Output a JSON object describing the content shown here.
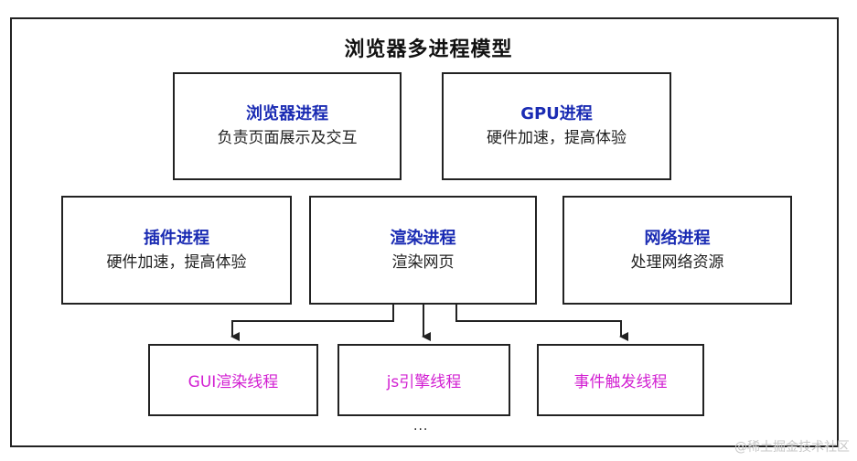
{
  "title": "浏览器多进程模型",
  "processes": {
    "browser": {
      "name": "浏览器进程",
      "desc": "负责页面展示及交互"
    },
    "gpu": {
      "name": "GPU进程",
      "desc": "硬件加速，提高体验"
    },
    "plugin": {
      "name": "插件进程",
      "desc": "硬件加速，提高体验"
    },
    "renderer": {
      "name": "渲染进程",
      "desc": "渲染网页"
    },
    "network": {
      "name": "网络进程",
      "desc": "处理网络资源"
    }
  },
  "threads": [
    {
      "name": "GUI渲染线程"
    },
    {
      "name": "js引擎线程"
    },
    {
      "name": "事件触发线程"
    }
  ],
  "ellipsis": "...",
  "watermark": "@稀土掘金技术社区",
  "colors": {
    "process_name": "#1a2bb3",
    "thread_text": "#d21fd2",
    "border": "#222222"
  }
}
